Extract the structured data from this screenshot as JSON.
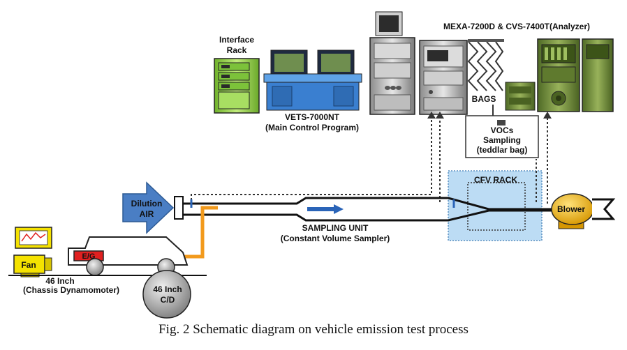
{
  "labels": {
    "interface_rack_line1": "Interface",
    "interface_rack_line2": "Rack",
    "vets_line1": "VETS-7000NT",
    "vets_line2": "(Main Control Program)",
    "analyzer": "MEXA-7200D & CVS-7400T(Analyzer)",
    "bags": "BAGS",
    "vocs_line1": "VOCs",
    "vocs_line2": "Sampling",
    "vocs_line3": "(teddlar bag)",
    "cfv_rack": "CFV RACK",
    "blower": "Blower",
    "dilution_line1": "Dilution",
    "dilution_line2": "AIR",
    "sampling_unit_line1": "SAMPLING UNIT",
    "sampling_unit_line2": "(Constant Volume Sampler)",
    "fan": "Fan",
    "engine": "E/G",
    "chassis_line1": "46 Inch",
    "chassis_line2": "(Chassis Dynamomoter)",
    "cd_line1": "46 Inch",
    "cd_line2": "C/D"
  },
  "caption": "Fig. 2 Schematic diagram on vehicle emission test process",
  "colors": {
    "rack_green": "#9bd84e",
    "console_blue": "#3a7fd0",
    "dilution_blue": "#4a7ec4",
    "cfv_rack_fill": "#bcdcf4",
    "engine_red": "#e02020",
    "exhaust_orange": "#f29a1c",
    "blower_yellow": "#f2b80c",
    "fan_yellow": "#f5e200",
    "analyzer_olive": "#6f8a3c"
  }
}
